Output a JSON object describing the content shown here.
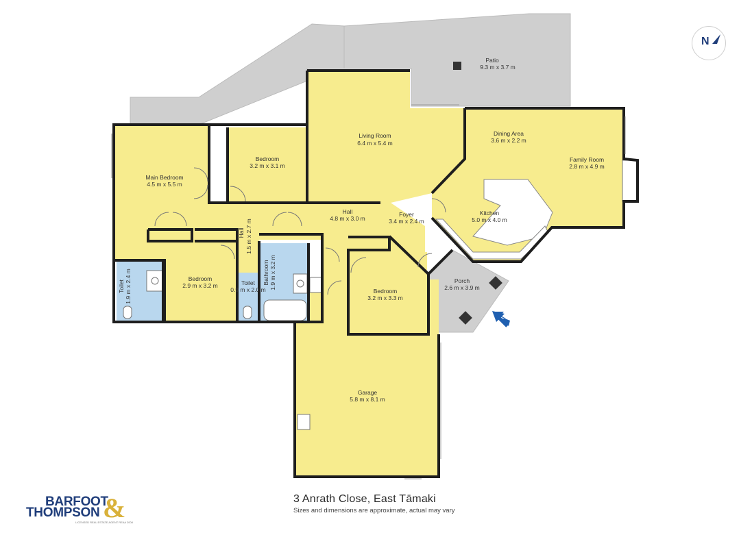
{
  "compass": {
    "label": "N"
  },
  "rooms": [
    {
      "id": "patio",
      "name": "Patio",
      "dims": "9.3 m x 3.7 m"
    },
    {
      "id": "living",
      "name": "Living Room",
      "dims": "6.4 m x 5.4 m"
    },
    {
      "id": "dining",
      "name": "Dining Area",
      "dims": "3.6 m x 2.2 m"
    },
    {
      "id": "family",
      "name": "Family Room",
      "dims": "2.8 m x 4.9 m"
    },
    {
      "id": "bedroom1",
      "name": "Bedroom",
      "dims": "3.2 m x 3.1 m"
    },
    {
      "id": "main-bedroom",
      "name": "Main Bedroom",
      "dims": "4.5 m x 5.5 m"
    },
    {
      "id": "hall",
      "name": "Hall",
      "dims": "4.8 m x 3.0 m"
    },
    {
      "id": "foyer",
      "name": "Foyer",
      "dims": "3.4 m x 2.4 m"
    },
    {
      "id": "kitchen",
      "name": "Kitchen",
      "dims": "5.0 m x 4.0 m"
    },
    {
      "id": "hall2",
      "name": "Hall",
      "dims": "1.5 m x 2.7 m"
    },
    {
      "id": "toilet1",
      "name": "Toilet",
      "dims": "1.9 m x 2.4 m"
    },
    {
      "id": "bedroom2",
      "name": "Bedroom",
      "dims": "2.9 m x 3.2 m"
    },
    {
      "id": "toilet2",
      "name": "Toilet",
      "dims": "0.9 m x 2.0 m"
    },
    {
      "id": "bathroom",
      "name": "Bathroom",
      "dims": "1.9 m x 3.2 m"
    },
    {
      "id": "bedroom3",
      "name": "Bedroom",
      "dims": "3.2 m x 3.3 m"
    },
    {
      "id": "porch",
      "name": "Porch",
      "dims": "2.6 m x 3.9 m"
    },
    {
      "id": "garage",
      "name": "Garage",
      "dims": "5.8 m x 8.1 m"
    }
  ],
  "footer": {
    "address": "3 Anrath Close, East Tāmaki",
    "disclaimer": "Sizes and dimensions are approximate, actual may vary"
  },
  "logo": {
    "line1": "BARFOOT",
    "line2": "THOMPSON",
    "ampersand": "&",
    "tagline": "LICENSED REAL ESTATE AGENT REAA 2008"
  },
  "colors": {
    "room_fill": "#f7ec8e",
    "wet_room_fill": "#b9d7ee",
    "outdoor_fill": "#cfcfcf",
    "wall": "#1e1e1e",
    "accent": "#1f5fb0"
  }
}
